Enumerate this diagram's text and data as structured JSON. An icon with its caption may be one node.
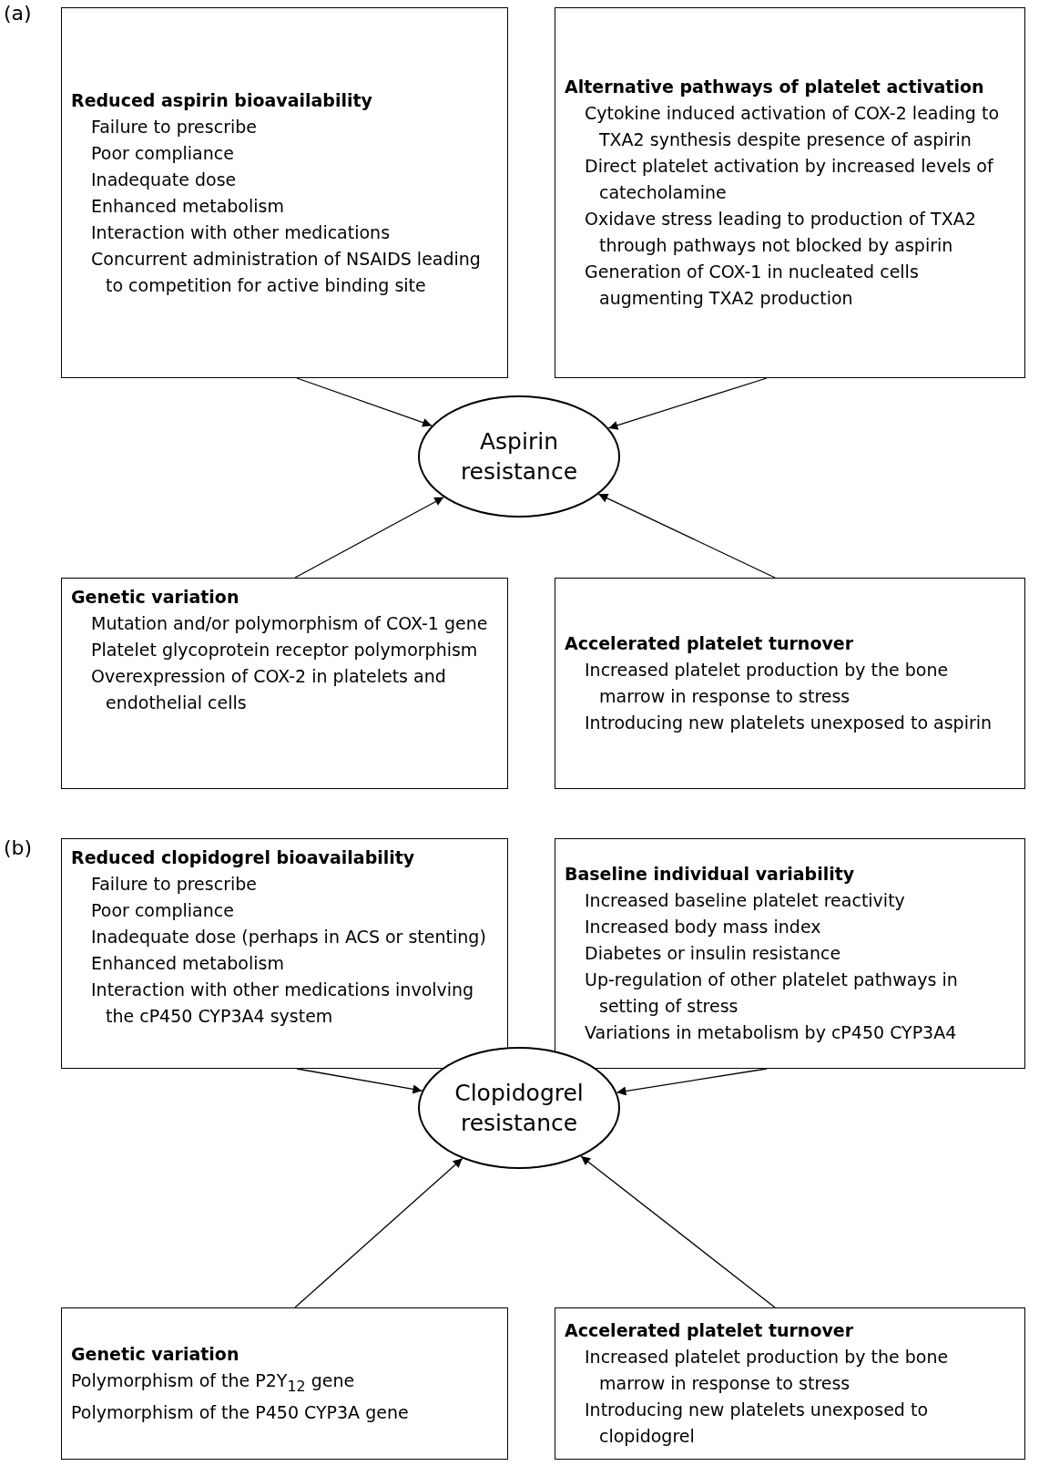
{
  "diagram": {
    "nodes": [
      {
        "text": [
          "Reduced aspirin bioavailability",
          "Failure to prescribe",
          "Poor compliance",
          "Inadequate dose",
          "Enhanced metabolism",
          "Interaction with other medications",
          "Concurrent administration of NSAIDS leading to competition for active binding site"
        ]
      },
      {
        "text": [
          "Alternative pathways of platelet activation",
          "Cytokine induced activation of COX-2 leading to TXA2 synthesis despite presence of aspirin",
          "Direct platelet activation by increased levels of catecholamine",
          "Oxidave stress leading to production of TXA2 through pathways not blocked by aspirin",
          "Generation of COX-1 in nucleated cells augmenting TXA2 production"
        ]
      },
      {
        "text": [
          "Aspirin resistance"
        ]
      },
      {
        "text": [
          "Genetic variation",
          "Mutation and/or polymorphism of COX-1 gene",
          "Platelet glycoprotein receptor polymorphism",
          "Overexpression of COX-2 in platelets and endothelial cells"
        ]
      },
      {
        "text": [
          "Accelerated platelet turnover",
          "Increased platelet production by the bone marrow in response to stress",
          "Introducing new platelets unexposed to aspirin"
        ]
      },
      {
        "text": [
          "Reduced clopidogrel bioavailability",
          "Failure to prescribe",
          "Poor compliance",
          "Inadequate dose (perhaps in ACS or stenting)",
          "Enhanced metabolism",
          "Interaction with other medications involving the cP450 CYP3A4 system"
        ]
      },
      {
        "text": [
          "Baseline individual variability",
          "Increased baseline platelet reactivity",
          "Increased body mass index",
          "Diabetes or insulin resistance",
          "Up-regulation of other platelet pathways in setting of stress",
          "Variations in metabolism by cP450 CYP3A4"
        ]
      },
      {
        "text": [
          "Clopidogrel resistance"
        ]
      },
      {
        "text": [
          "Genetic variation",
          "Polymorphism of the P2Y$_{12}$ gene",
          "Polymorphism of the P450 CYP3A gene"
        ]
      },
      {
        "text": [
          "Accelerated platelet turnover",
          "Increased platelet production by the bone marrow in response to stress",
          "Introducing new platelets unexposed to clopidogrel"
        ]
      }
    ],
    "edges": [
      {
        "from": 0,
        "to": 2,
        "arrow": "to"
      },
      {
        "from": 1,
        "to": 2,
        "arrow": "to"
      },
      {
        "from": 3,
        "to": 2,
        "arrow": "to"
      },
      {
        "from": 4,
        "to": 2,
        "arrow": "to"
      },
      {
        "from": 5,
        "to": 7,
        "arrow": "to"
      },
      {
        "from": 6,
        "to": 7,
        "arrow": "to"
      },
      {
        "from": 8,
        "to": 7,
        "arrow": "to"
      },
      {
        "from": 9,
        "to": 7,
        "arrow": "to"
      }
    ],
    "labels": [
      "(a)",
      "(b)"
    ]
  }
}
